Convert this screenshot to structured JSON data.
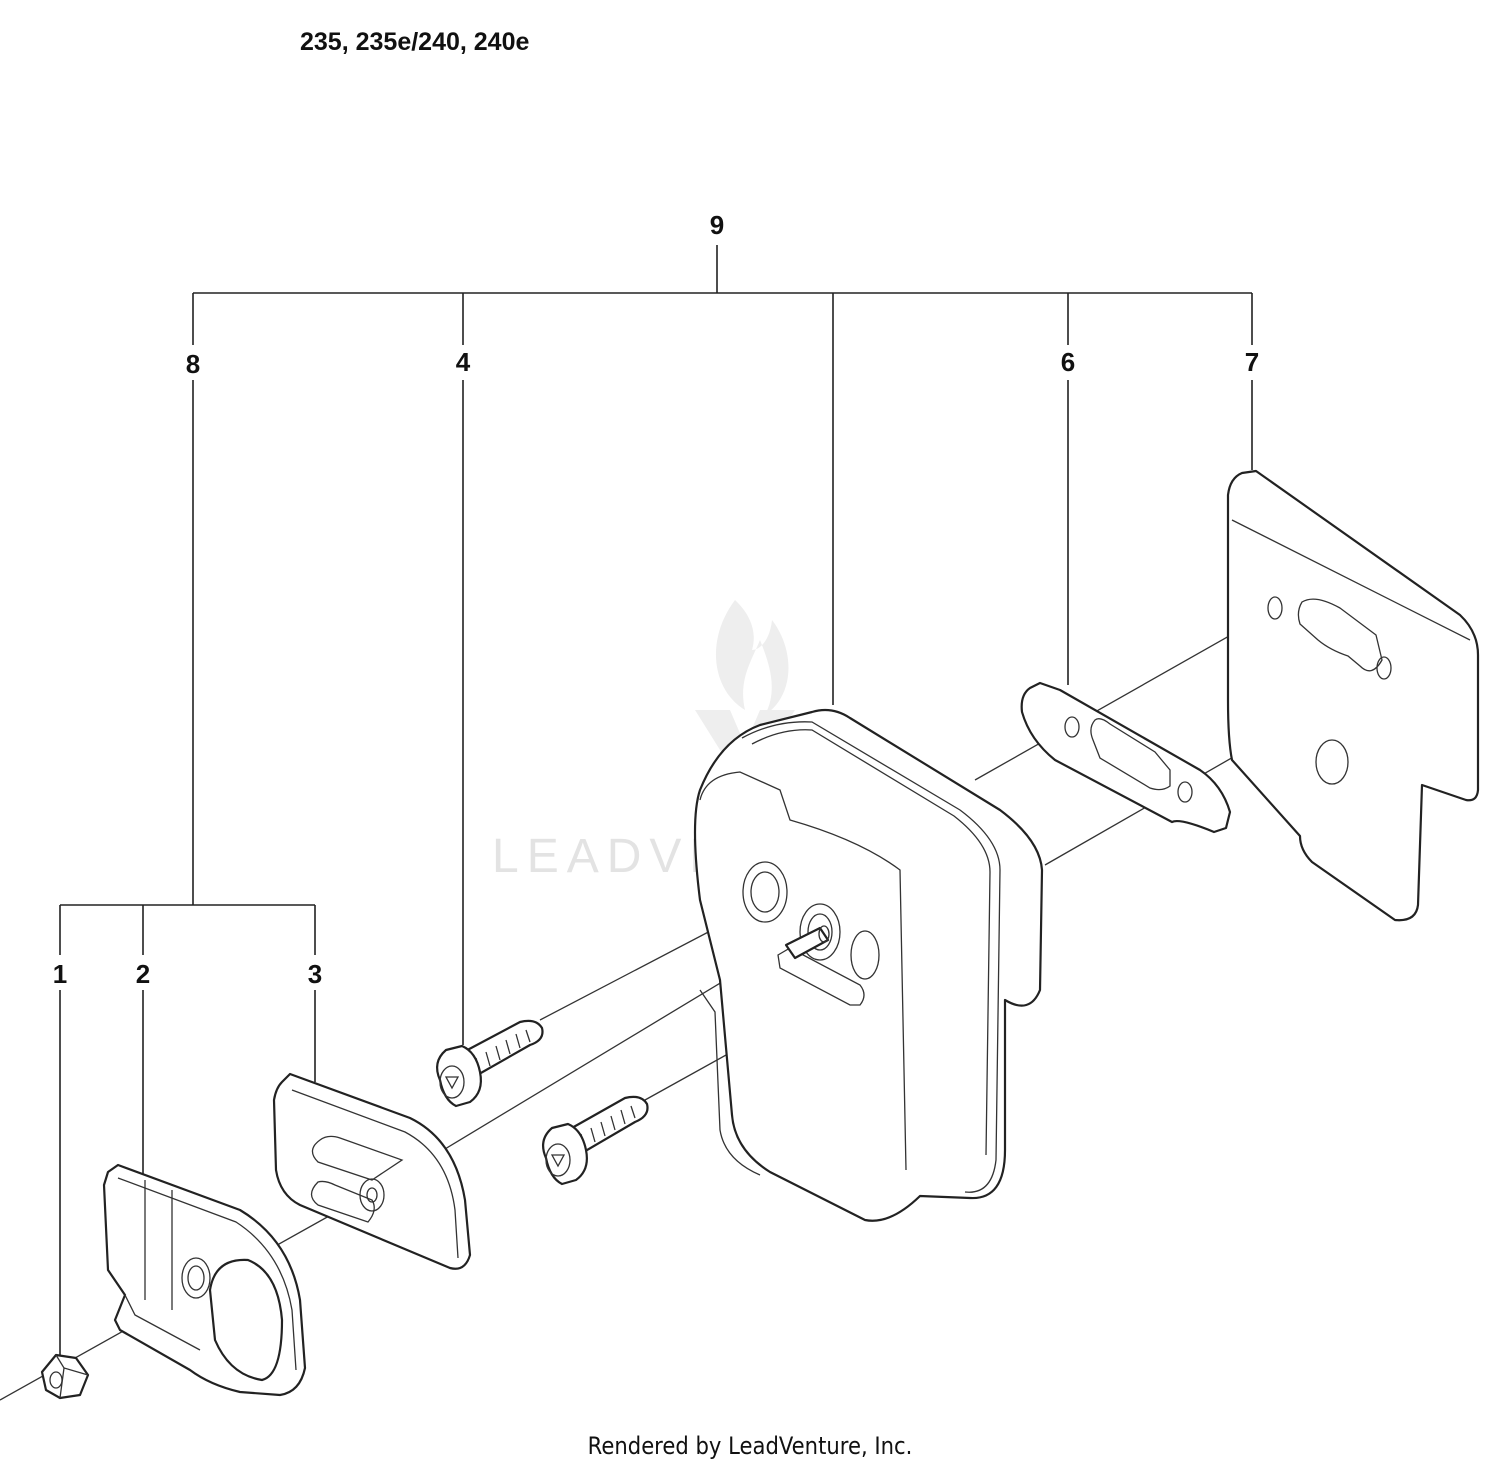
{
  "header": {
    "model_title": "235, 235e/240, 240e"
  },
  "callouts": [
    "9",
    "8",
    "4",
    "6",
    "7",
    "1",
    "2",
    "3"
  ],
  "watermark": {
    "text": "LEADVENTURE"
  },
  "footer": {
    "rendered_by": "Rendered by LeadVenture, Inc."
  }
}
